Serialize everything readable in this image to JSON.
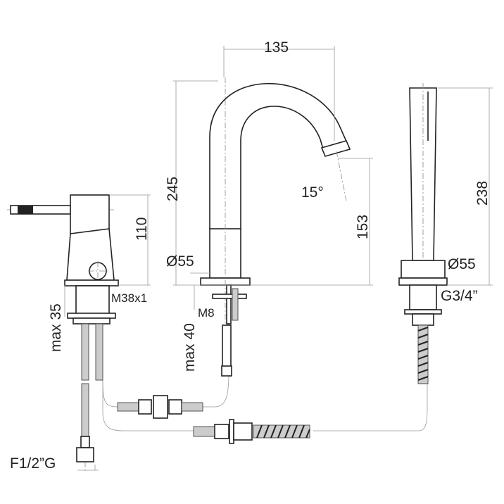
{
  "dimensions": {
    "spout_reach": "135",
    "spout_height": "245",
    "spout_angle": "15°",
    "spout_outlet_height": "153",
    "handshower_height": "238",
    "mixer_height": "110",
    "spout_diameter": "Ø55",
    "handshower_diameter": "Ø55",
    "mixer_thread": "M38x1",
    "mixer_max_deck": "max 35",
    "spout_thread": "M8",
    "spout_max_deck": "max 40",
    "handshower_thread": "G3/4”",
    "supply_connection": "F1/2”G"
  }
}
